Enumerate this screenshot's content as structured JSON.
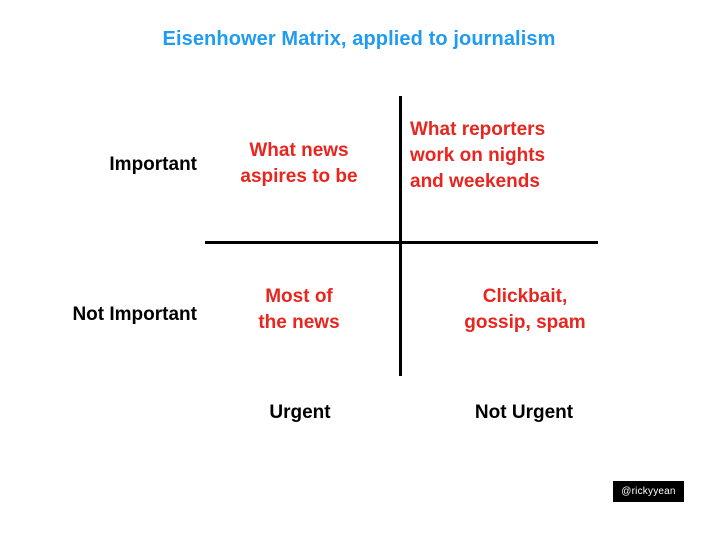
{
  "slide": {
    "title": "Eisenhower Matrix, applied to journalism",
    "background_color": "#ffffff"
  },
  "colors": {
    "title_blue": "#1f9cf0",
    "quadrant_red": "#e8251e",
    "label_black": "#000000",
    "watermark_background": "#000000",
    "watermark_text": "#ffffff"
  },
  "chart_data": {
    "type": "table",
    "title": "Eisenhower Matrix, applied to journalism",
    "xlabel": "",
    "ylabel": "",
    "row_headers": [
      "Important",
      "Not Important"
    ],
    "column_headers": [
      "Urgent",
      "Not Urgent"
    ],
    "cells": [
      [
        {
          "row": "Important",
          "column": "Urgent",
          "lines": [
            "What news",
            "aspires to be"
          ]
        },
        {
          "row": "Important",
          "column": "Not Urgent",
          "lines": [
            "What reporters",
            "work on nights",
            "and weekends"
          ]
        }
      ],
      [
        {
          "row": "Not Important",
          "column": "Urgent",
          "lines": [
            "Most of",
            "the news"
          ]
        },
        {
          "row": "Not Important",
          "column": "Not Urgent",
          "lines": [
            "Clickbait,",
            "gossip, spam"
          ]
        }
      ]
    ],
    "grid": true,
    "legend": "none"
  },
  "axes": {
    "rows": [
      {
        "label": "Important"
      },
      {
        "label": "Not Important"
      }
    ],
    "columns": [
      {
        "label": "Urgent"
      },
      {
        "label": "Not Urgent"
      }
    ]
  },
  "quadrants": {
    "important_urgent": {
      "line1": "What news",
      "line2": "aspires to be"
    },
    "important_not_urgent": {
      "line1": "What reporters",
      "line2": "work on nights",
      "line3": "and weekends"
    },
    "not_important_urgent": {
      "line1": "Most of",
      "line2": "the news"
    },
    "not_important_not_urgent": {
      "line1": "Clickbait,",
      "line2": "gossip, spam"
    }
  },
  "watermark": {
    "handle": "@rickyyean"
  }
}
